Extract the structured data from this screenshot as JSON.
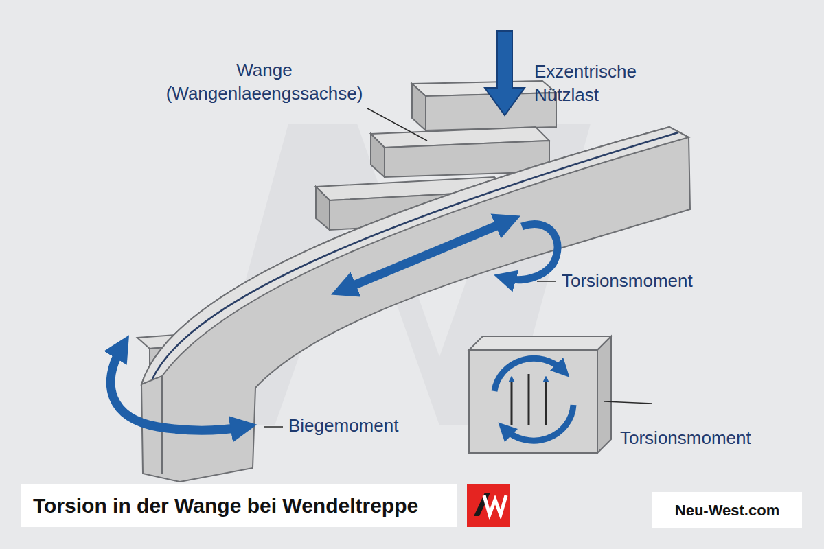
{
  "diagram": {
    "title": "Torsion in der Wange bei Wendeltreppe",
    "nodes": [
      {
        "text": [
          "Neu-West.com"
        ]
      }
    ],
    "labels": [
      "Wange (Wangenlaeengssachse)",
      "Exzentrische Nützlast",
      "Torsionsmoment",
      "Biegemoment",
      "Torsionsmoment"
    ]
  }
}
